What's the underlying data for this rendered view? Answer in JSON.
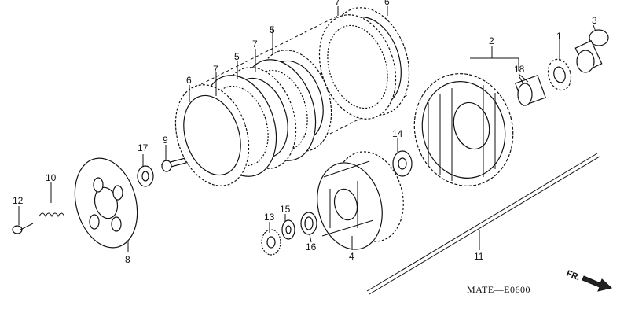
{
  "diagram_code": "MATE—E0600",
  "direction_label": "FR.",
  "callouts": {
    "c1": "1",
    "c2": "2",
    "c3": "3",
    "c4": "4",
    "c5a": "5",
    "c5b": "5",
    "c6a": "6",
    "c6b": "6",
    "c7a": "7",
    "c7b": "7",
    "c7c": "7",
    "c8": "8",
    "c9": "9",
    "c10": "10",
    "c11": "11",
    "c12": "12",
    "c13": "13",
    "c14": "14",
    "c15": "15",
    "c16": "16",
    "c17": "17",
    "c18": "18"
  }
}
